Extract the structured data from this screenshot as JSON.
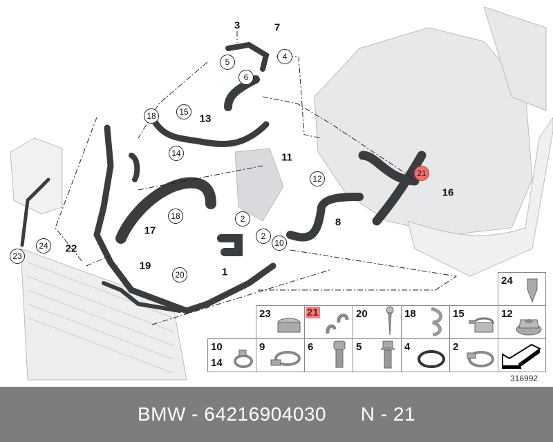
{
  "callouts_plain": [
    "3",
    "7",
    "13",
    "11",
    "16",
    "8",
    "17",
    "22",
    "19",
    "1"
  ],
  "callouts_circled": [
    "4",
    "5",
    "6",
    "18",
    "15",
    "14",
    "12",
    "21",
    "18",
    "2",
    "2",
    "10",
    "24",
    "23",
    "20"
  ],
  "parts_grid": {
    "top": "24",
    "row1": [
      "23",
      "21",
      "20",
      "18",
      "15",
      "12"
    ],
    "row2": [
      "10",
      "14",
      "9",
      "6",
      "5",
      "4",
      "2"
    ]
  },
  "highlight_color": "#f08080",
  "diagram_number": "316992",
  "footer": {
    "brand": "BMW",
    "separator": " - ",
    "part_number": "64216904030",
    "position_label": "N - 21"
  }
}
